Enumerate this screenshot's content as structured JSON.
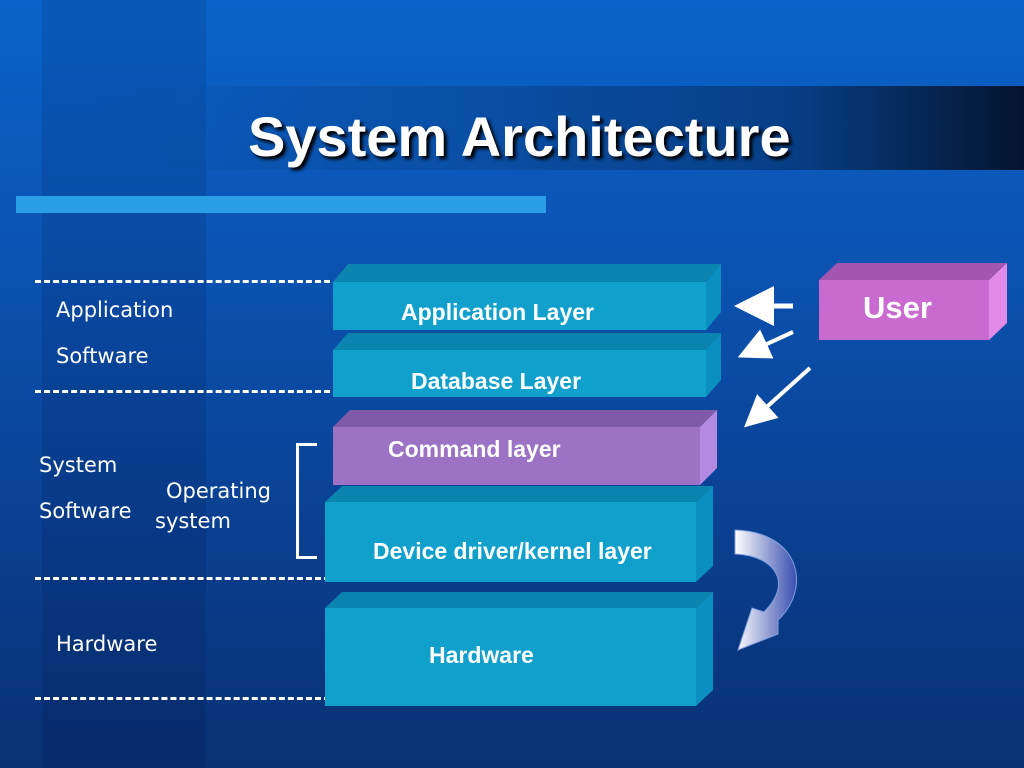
{
  "title": "System Architecture",
  "categories": {
    "application_software": [
      "Application",
      "Software"
    ],
    "system_software": [
      "System",
      "Software"
    ],
    "operating_system": [
      "Operating",
      "system"
    ],
    "hardware": "Hardware"
  },
  "layers": {
    "application": "Application Layer",
    "database": "Database Layer",
    "command": "Command layer",
    "device_driver": "Device driver/kernel layer",
    "hardware": "Hardware"
  },
  "user_label": "User",
  "colors": {
    "background": "#0b55b5",
    "layer_blue": "#11a0cc",
    "layer_blue_top": "#0c84b0",
    "command_purple": "#9c72c4",
    "user_pink": "#c86ad0",
    "underline": "#2a9ee6"
  }
}
